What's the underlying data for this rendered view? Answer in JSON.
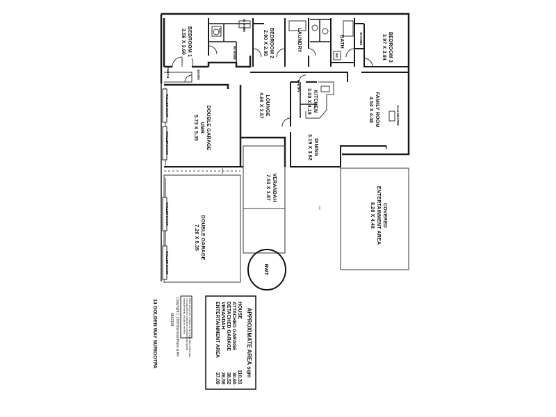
{
  "plan": {
    "address": "14 GOLDEN WAY NURIOOTPA",
    "rooms": {
      "bedroom1": {
        "name": "BEDROOM 1",
        "size": "3.56 X 3.60"
      },
      "bedroom2": {
        "name": "BEDROOM 2",
        "size": "2.90 X 2.90"
      },
      "laundry": {
        "name": "LAUNDRY"
      },
      "bath": {
        "name": "BATH"
      },
      "bedroom3": {
        "name": "BEDROOM 3",
        "size": "3.97 X 2.84"
      },
      "lounge": {
        "name": "LOUNGE",
        "size": "4.60 X 3.57"
      },
      "kitchen": {
        "name": "KITCHEN",
        "size": "3.00 X 4.19"
      },
      "family": {
        "name": "FAMILY ROOM",
        "size": "4.54 X 4.48"
      },
      "dining": {
        "name": "DINING",
        "size": "3.19 X 3.62"
      },
      "garage_umr": {
        "name": "DOUBLE GARAGE",
        "sub": "UMR",
        "size": "5.73 X 5.35"
      },
      "verandah": {
        "name": "VERANDAH",
        "size": "7.53 X 3.87"
      },
      "entertainment": {
        "name": "COVERED",
        "name2": "ENTERTAINMENT AREA",
        "size": "8.28 X 4.48"
      },
      "garage2": {
        "name": "DOUBLE GARAGE",
        "size": "7.20 X 5.35"
      },
      "rwt": {
        "name": "RWT"
      }
    },
    "small_labels": {
      "es": "ES",
      "wi_robe": "WI ROBE",
      "bi_robe_1": "BI ROBE",
      "bi_robe_2": "BI ROBE",
      "entry": "ENTRY",
      "porch": "PORCH",
      "pantry": "PANTRY",
      "gas_heater": "GAS HEATER",
      "roller_door": "ROLLER DOOR",
      "wc": "WC"
    },
    "area_table": {
      "title": "APPROXIMATE AREA sqm",
      "rows": [
        {
          "label": "HOUSE",
          "value": "110.31"
        },
        {
          "label": "ATTACHED GARAGE",
          "value": "30.65"
        },
        {
          "label": "DETACHED GARAGE",
          "value": "38.52"
        },
        {
          "label": "VERANDAH",
          "value": "26.58"
        },
        {
          "label": "ENTERTAINMENT AREA",
          "value": "37.09"
        }
      ]
    },
    "disclaimer": [
      "While every care is taken in the preparation of this plan",
      "it is supplied for illustrative purposes only and all",
      "measurements should be verified"
    ],
    "copyright": "Copyright C 2008 Barossa Plans & Art",
    "ref": "8582138"
  }
}
